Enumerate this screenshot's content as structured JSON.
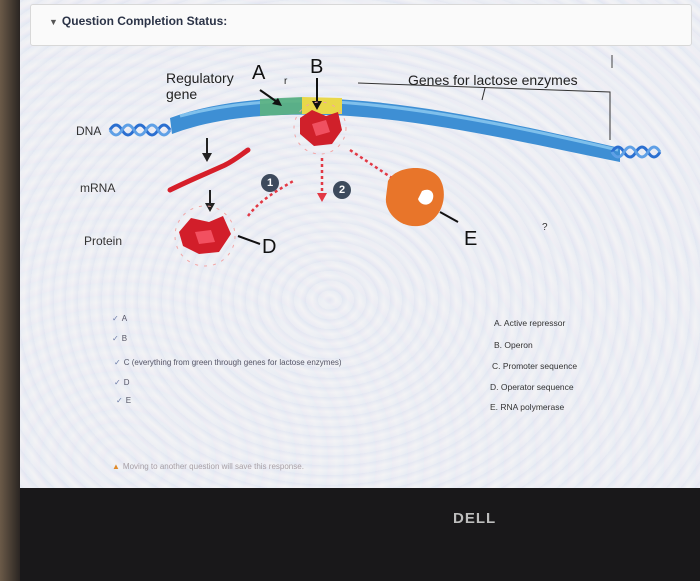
{
  "status": {
    "title": "Question Completion Status:"
  },
  "diagram": {
    "regulatory_gene": [
      "Regulatory",
      "gene"
    ],
    "letter_a": "A",
    "letter_b": "B",
    "letter_d": "D",
    "letter_e": "E",
    "small_r": "r",
    "genes_label": "Genes for lactose enzymes",
    "dna_label": "DNA",
    "mrna_label": "mRNA",
    "protein_label": "Protein",
    "num1": "1",
    "num2": "2",
    "question_marks": "?"
  },
  "answers": [
    {
      "label": "A",
      "check": "✓"
    },
    {
      "label": "B",
      "check": "✓"
    },
    {
      "label": "C (everything from green through genes for lactose enzymes)",
      "check": "✓"
    },
    {
      "label": "D",
      "check": "✓"
    },
    {
      "label": "E",
      "check": "✓"
    }
  ],
  "options": [
    "A. Active repressor",
    "B. Operon",
    "C. Promoter sequence",
    "D. Operator sequence",
    "E. RNA polymerase"
  ],
  "warning": "Moving to another question will save this response.",
  "brand": "DELL"
}
